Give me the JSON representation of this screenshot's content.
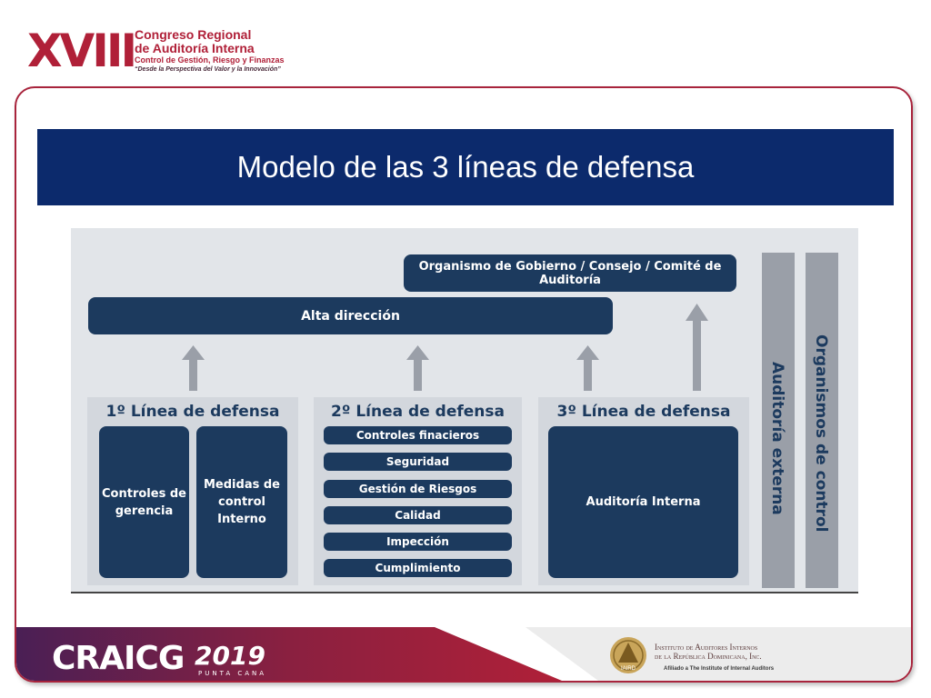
{
  "header": {
    "logo_numeral": "XVIII",
    "line1": "Congreso Regional",
    "line2": "de Auditoría Interna",
    "line3": "Control de Gestión, Riesgo y Finanzas",
    "tagline": "“Desde la Perspectiva del Valor y la Innovación”"
  },
  "slide": {
    "title": "Modelo de las 3 líneas de defensa"
  },
  "diagram": {
    "gobierno": "Organismo de Gobierno / Consejo / Comité de Auditoría",
    "alta_direccion": "Alta dirección",
    "line1": {
      "title": "1º Línea de defensa",
      "box_a": "Controles de gerencia",
      "box_b": "Medidas de control Interno"
    },
    "line2": {
      "title": "2º Línea de defensa",
      "items": [
        "Controles finacieros",
        "Seguridad",
        "Gestión de Riesgos",
        "Calidad",
        "Impección",
        "Cumplimiento"
      ]
    },
    "line3": {
      "title": "3º Línea de defensa",
      "box": "Auditoría Interna"
    },
    "auditoria_externa": "Auditoría externa",
    "organismos_control": "Organismos de control"
  },
  "footer": {
    "brand": "CRAICG",
    "year": "2019",
    "location": "PUNTA CANA",
    "institute_line1": "Instituto de Auditores Internos",
    "institute_line2": "de la República Dominicana, Inc.",
    "seal_text": "IAIRD",
    "affiliation": "Afiliado a The Institute of Internal Auditors"
  },
  "colors": {
    "brand_red": "#b02038",
    "title_navy": "#0c2a6c",
    "box_navy": "#1c3a5e",
    "panel_gray": "#e2e5e9",
    "bar_gray": "#9a9fa8"
  }
}
